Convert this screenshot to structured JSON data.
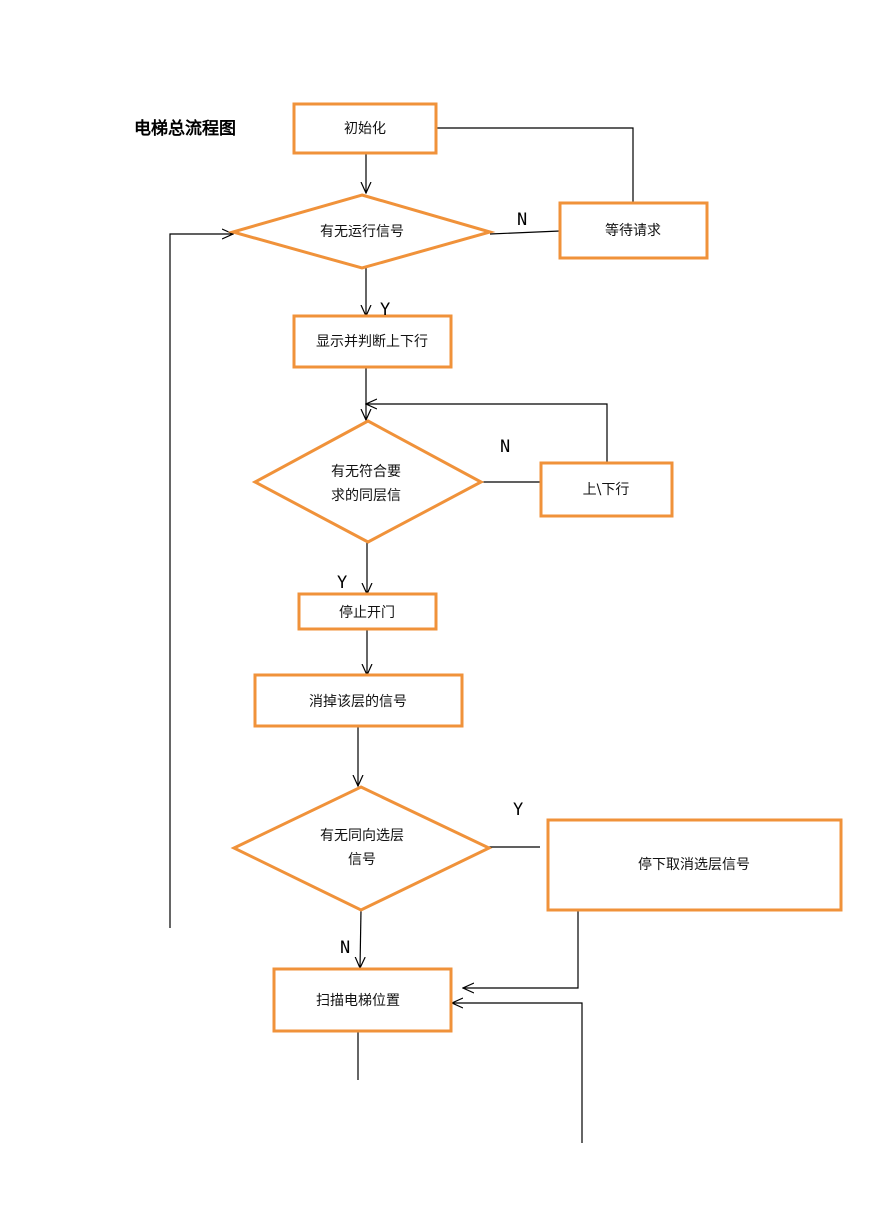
{
  "title": "电梯总流程图",
  "colors": {
    "node_border": "#f0923a",
    "line": "#000000"
  },
  "nodes": {
    "init": "初始化",
    "has_run_signal": "有无运行信号",
    "wait_request": "等待请求",
    "show_judge": "显示并判断上下行",
    "same_floor_signal_l1": "有无符合要",
    "same_floor_signal_l2": "求的同层信",
    "up_down": "上\\下行",
    "stop_open": "停止开门",
    "clear_signal": "消掉该层的信号",
    "same_dir_signal_l1": "有无同向选层",
    "same_dir_signal_l2": "信号",
    "stop_cancel": "停下取消选层信号",
    "scan_position": "扫描电梯位置"
  },
  "edge_labels": {
    "run_no": "N",
    "run_yes": "Y",
    "floor_no": "N",
    "floor_yes": "Y",
    "dir_yes": "Y",
    "dir_no": "N"
  }
}
